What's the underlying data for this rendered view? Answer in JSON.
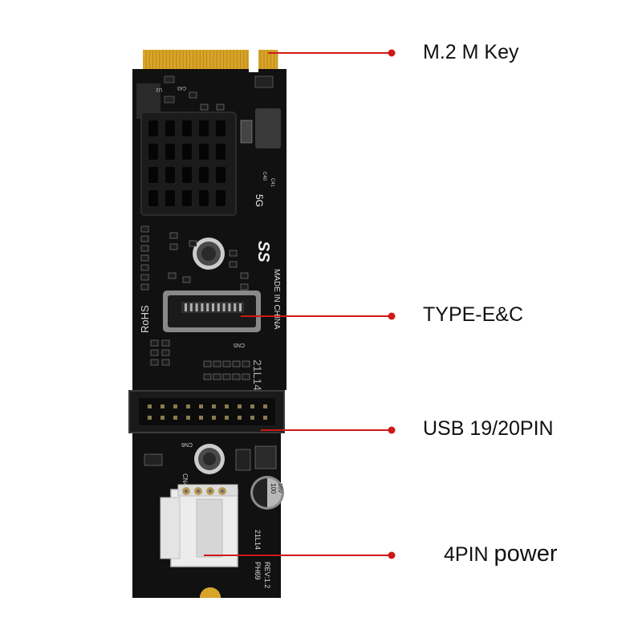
{
  "callouts": {
    "m2_key": "M.2  M Key",
    "type_e_c": "TYPE-E&C",
    "usb_header": "USB 19/20PIN",
    "power_pin": "4PIN",
    "power_word": "power"
  },
  "silkscreen": {
    "rohs": "RoHS",
    "made_in": "MADE IN CHINA",
    "ss_logo": "SS",
    "speed": "5G",
    "cn5": "CN5",
    "cn6": "CN6",
    "cn4": "CN4",
    "cap_value": "100",
    "cap_voltage": "16V",
    "model": "PH69",
    "rev": "REV:1.2",
    "date": "21L14",
    "u2": "U2",
    "c43": "C43",
    "c41": "C41",
    "c40": "C40"
  },
  "colors": {
    "callout_line": "#d01818",
    "board": "#101010",
    "gold": "#d9a528",
    "text": "#111111"
  }
}
